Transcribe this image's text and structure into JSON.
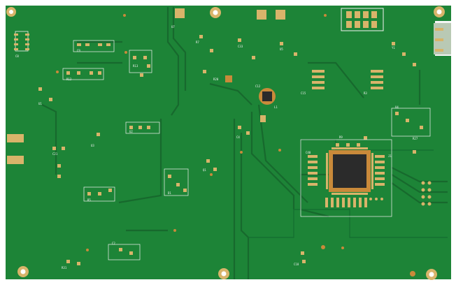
{
  "image": {
    "subject": "green printed circuit board",
    "colors": {
      "background": "#ffffff",
      "board": "#1f8a3a",
      "board_dark": "#157030",
      "trace": "#17692d",
      "pad_gold": "#d8b46a",
      "copper": "#c98a3a",
      "silkscreen": "#f2f2f2",
      "chip": "#2b2b2b"
    },
    "silkscreen_labels": [
      "C8",
      "C9",
      "R12",
      "R13",
      "U1",
      "U2",
      "U3",
      "C21",
      "R5",
      "D1",
      "Q1",
      "C4",
      "R7",
      "C33",
      "U5",
      "R20",
      "C12",
      "L1",
      "C15",
      "R3",
      "Y1",
      "U4",
      "R27",
      "C40",
      "J1",
      "R9",
      "C2",
      "R31",
      "C18",
      "U7"
    ]
  }
}
